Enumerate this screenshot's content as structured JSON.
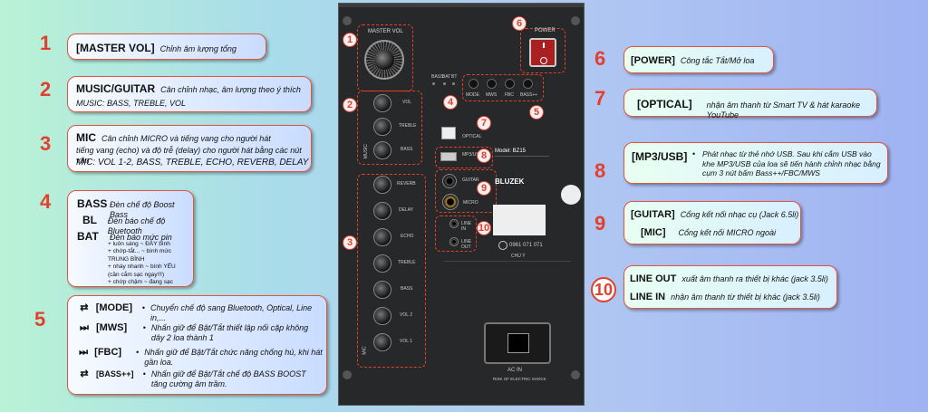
{
  "nums": [
    "1",
    "2",
    "3",
    "4",
    "5",
    "6",
    "7",
    "8",
    "9",
    "10"
  ],
  "b1": {
    "title": "[MASTER VOL]",
    "desc": "Chỉnh âm lượng tổng"
  },
  "b2": {
    "title": "MUSIC/GUITAR",
    "desc": "Cân chỉnh nhạc, âm lượng theo ý thích",
    "sub": "MUSIC: BASS, TREBLE, VOL"
  },
  "b3": {
    "title": "MIC",
    "desc1": "Cân chỉnh MICRO và tiếng vang cho người hát",
    "desc2": "tiếng vang (echo) và độ trễ (delay) cho người hát bằng các nút vặn",
    "sub": "MIC: VOL 1-2, BASS, TREBLE, ECHO, REVERB, DELAY"
  },
  "b4": {
    "bass": "BASS",
    "bass_desc": "Đèn chế độ Boost Bass",
    "bl": "BL",
    "bl_desc": "Đèn báo chế độ Bluetooth",
    "bat": "BAT",
    "bat_desc": "Đèn báo mức pin",
    "bat_lines": [
      "+ luôn sáng ~ ĐẦY bình",
      "+ chớp-tắt... ~ bình mức TRUNG BÌNH",
      "+ nháy nhanh ~ bình YẾU",
      "(cần cắm sạc ngay!!!)",
      "+ chớp chậm ~ đang sạc"
    ]
  },
  "b5": [
    {
      "icon": "⇄",
      "label": "[MODE]",
      "desc": "Chuyển chế độ sang Bluetooth, Optical, Line in,..."
    },
    {
      "icon": "⏭",
      "label": "[MWS]",
      "desc": "Nhấn giữ để Bật/Tắt thiết lập nối cặp không dây 2 loa thành 1"
    },
    {
      "icon": "⏭",
      "label": "[FBC]",
      "desc": "Nhấn giữ để Bật/Tắt chức năng chống hú, khi hát gần loa."
    },
    {
      "icon": "⇄",
      "label": "[BASS++]",
      "desc": "Nhấn giữ để Bật/Tắt chế độ BASS BOOST tăng cường âm trầm."
    }
  ],
  "b6": {
    "title": "[POWER]",
    "desc": "Công tắc Tắt/Mở loa"
  },
  "b7": {
    "title": "[OPTICAL]",
    "desc": "nhận âm thanh từ Smart TV & hát karaoke YouTube"
  },
  "b8": {
    "title": "[MP3/USB]",
    "bullet": "•",
    "desc": "Phát nhạc từ thẻ nhớ USB. Sau khi cắm USB vào khe MP3/USB của loa sẽ tiến hành chỉnh nhạc bằng cụm 3 nút bấm Bass++/FBC/MWS"
  },
  "b9": {
    "t1": "[GUITAR]",
    "d1": "Cổng kết nối nhạc cụ (Jack 6.5li)",
    "t2": "[MIC]",
    "d2": "Cổng kết nối MICRO ngoài"
  },
  "b10": {
    "t1": "LINE OUT",
    "d1": "xuất âm thanh ra thiết bị khác (jack 3.5li)",
    "t2": "LINE IN",
    "d2": "nhận âm thanh từ thiết bị khác (jack 3.5li)"
  },
  "device": {
    "master_vol": "MASTER VOL",
    "power": "POWER",
    "leds": [
      "BASS",
      "BAT",
      "BT"
    ],
    "buttons": [
      "MODE",
      "MWS",
      "FBC",
      "BASS++"
    ],
    "music_knobs": [
      "VOL",
      "TREBLE",
      "BASS"
    ],
    "music_side": "MUSIC",
    "mic_knobs": [
      "REVERB",
      "DELAY",
      "ECHO",
      "TREBLE",
      "BASS",
      "VOL 2",
      "VOL 1"
    ],
    "mic_side": "MIC",
    "optical": "OPTICAL",
    "usb": "MP3/USB",
    "guitar": "GUITAR",
    "micro": "MICRO",
    "line_in": "LINE IN",
    "line_out": "LINE OUT",
    "model": "Model: BZ15",
    "brand": "BLUZEK",
    "phone": "0961 071 071",
    "caution": "CHÚ Ý",
    "ac_in": "AC IN",
    "shock": "RISK OF ELECTRIC SHOCK"
  }
}
